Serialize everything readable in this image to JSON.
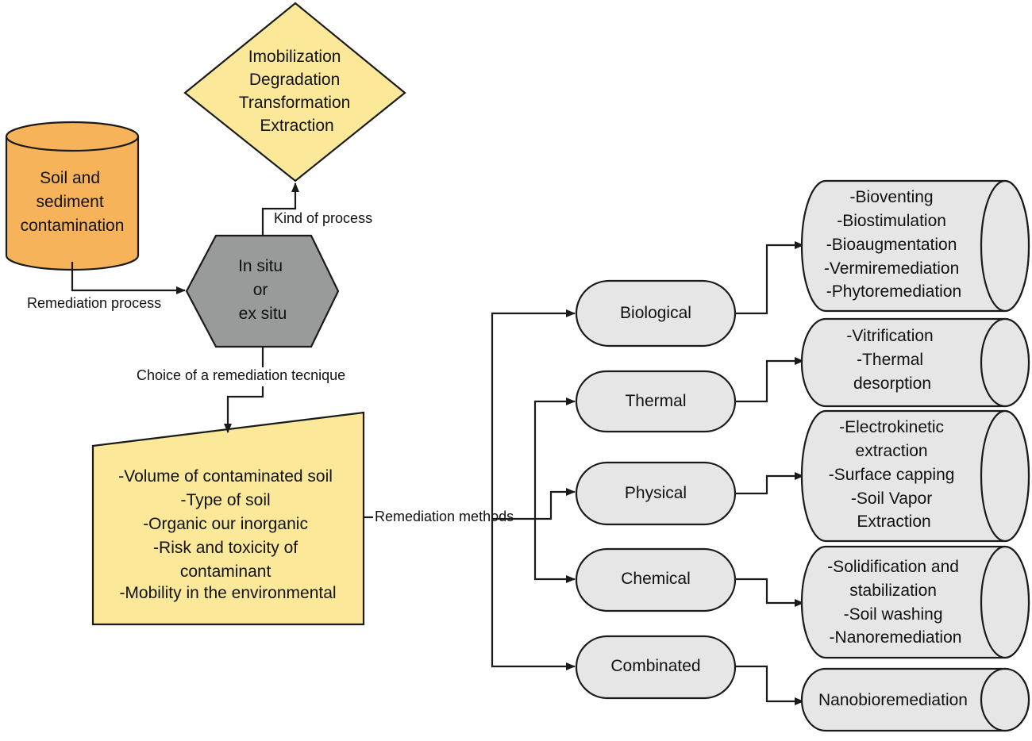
{
  "nodes": {
    "contamination": {
      "lines": [
        "Soil and",
        "sediment",
        "contamination"
      ],
      "fill": "#f7b35a"
    },
    "processes": {
      "lines": [
        "Imobilization",
        "Degradation",
        "Transformation",
        "Extraction"
      ],
      "fill": "#fbe999"
    },
    "situ": {
      "lines": [
        "In situ",
        "or",
        "ex situ"
      ],
      "fill": "#999b9b"
    },
    "criteria": {
      "lines": [
        "-Volume of contaminated soil",
        "-Type of soil",
        "-Organic our inorganic",
        "-Risk and toxicity of",
        "contaminant",
        "-Mobility in the environmental"
      ],
      "fill": "#fbe999"
    }
  },
  "edge_labels": {
    "remediation_process": "Remediation process",
    "kind_of_process": "Kind of process",
    "choice": "Choice of a remediation tecnique",
    "remediation_methods": "Remediation methods"
  },
  "methods": [
    {
      "label": "Biological",
      "techniques": [
        "-Bioventing",
        "-Biostimulation",
        "-Bioaugmentation",
        "-Vermiremediation",
        "-Phytoremediation"
      ]
    },
    {
      "label": "Thermal",
      "techniques": [
        "-Vitrification",
        "-Thermal",
        "desorption"
      ]
    },
    {
      "label": "Physical",
      "techniques": [
        "-Electrokinetic",
        "extraction",
        "-Surface capping",
        "-Soil Vapor",
        "Extraction"
      ]
    },
    {
      "label": "Chemical",
      "techniques": [
        "-Solidification and",
        "stabilization",
        "-Soil washing",
        "-Nanoremediation"
      ]
    },
    {
      "label": "Combinated",
      "techniques": [
        "Nanobioremediation"
      ]
    }
  ],
  "colors": {
    "method_fill": "#e6e6e6",
    "technique_fill": "#e6e6e6",
    "stroke": "#1a1a1a"
  }
}
